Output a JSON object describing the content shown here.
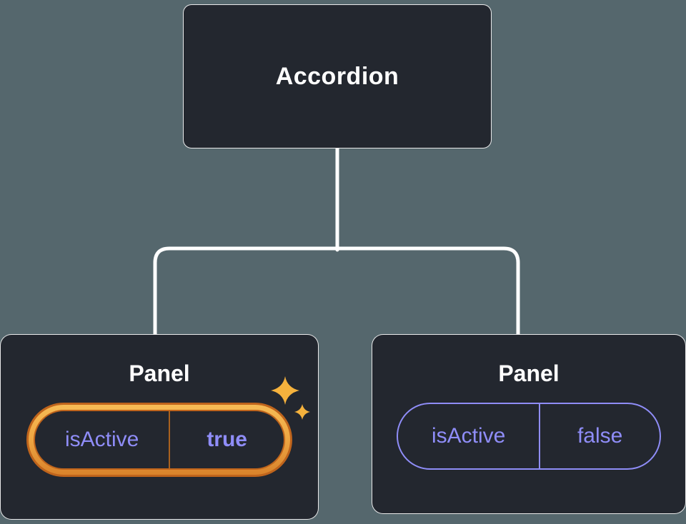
{
  "diagram": {
    "root": {
      "label": "Accordion"
    },
    "children": [
      {
        "label": "Panel",
        "state": {
          "key": "isActive",
          "value": "true",
          "active": true
        }
      },
      {
        "label": "Panel",
        "state": {
          "key": "isActive",
          "value": "false",
          "active": false
        }
      }
    ],
    "colors": {
      "background": "#55676d",
      "node_bg": "#23272f",
      "node_text": "#ffffff",
      "state_text": "#8f8df8",
      "connector": "#ffffff",
      "sparkle": "#f5b23d",
      "active_ring_inner": "#f0a844",
      "active_ring_outer": "#bf641c"
    }
  }
}
